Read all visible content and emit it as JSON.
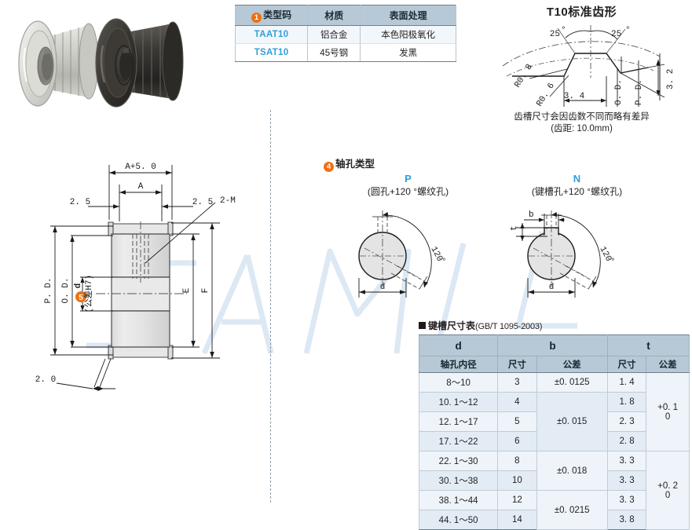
{
  "photo": {
    "alt_left": "aluminium T10 timing pulley",
    "alt_right": "black oxide steel T10 timing pulley"
  },
  "type_table": {
    "badge": "1",
    "headers": [
      "类型码",
      "材质",
      "表面处理"
    ],
    "rows": [
      {
        "code": "TAAT10",
        "material": "铝合金",
        "finish": "本色阳极氧化"
      },
      {
        "code": "TSAT10",
        "material": "45号钢",
        "finish": "发黑"
      }
    ]
  },
  "tooth_profile": {
    "title": "T10标准齿形",
    "angle_left": "25",
    "angle_right": "25",
    "degree": "°",
    "radius_outer": "R0. 8",
    "radius_inner": "R0. 6",
    "width": "3. 4",
    "height": "3. 2",
    "od_label": "O. D.",
    "pd_label": "P. D.",
    "note_line1": "齿槽尺寸会因齿数不同而略有差异",
    "note_line2": "(齿距: 10.0mm)"
  },
  "main_drawing": {
    "dim_total": "A+5. 0",
    "dim_a": "A",
    "dim_left": "2. 5",
    "dim_right": "2. 5",
    "callout_2m": "2-M",
    "label_pd": "P. D.",
    "label_od": "O. D.",
    "badge_d": "5",
    "label_d": "d",
    "label_tol": "(公差H7)",
    "label_e": "E",
    "label_f": "F",
    "dim_flange": "2. 0"
  },
  "bore_types": {
    "badge": "4",
    "heading": "轴孔类型",
    "items": [
      {
        "code": "P",
        "desc": "(圆孔+120 °螺纹孔)",
        "angle": "120",
        "degree": "°",
        "dim_d": "d"
      },
      {
        "code": "N",
        "desc": "(键槽孔+120 °螺纹孔)",
        "angle": "120",
        "degree": "°",
        "dim_d": "d",
        "dim_b": "b",
        "dim_t": "t"
      }
    ]
  },
  "keyway_table": {
    "caption": "键槽尺寸表",
    "standard": "(GB/T  1095-2003)",
    "group_headers": [
      "d",
      "b",
      "t"
    ],
    "sub_headers": [
      "轴孔内径",
      "尺寸",
      "公差",
      "尺寸",
      "公差"
    ],
    "rows": [
      {
        "d": "8～10",
        "b_size": "3",
        "t_size": "1. 4"
      },
      {
        "d": "10. 1～12",
        "b_size": "4",
        "t_size": "1. 8"
      },
      {
        "d": "12. 1～17",
        "b_size": "5",
        "t_size": "2. 3"
      },
      {
        "d": "17. 1～22",
        "b_size": "6",
        "t_size": "2. 8"
      },
      {
        "d": "22. 1～30",
        "b_size": "8",
        "t_size": "3. 3"
      },
      {
        "d": "30. 1～38",
        "b_size": "10",
        "t_size": "3. 3"
      },
      {
        "d": "38. 1～44",
        "b_size": "12",
        "t_size": "3. 3"
      },
      {
        "d": "44. 1～50",
        "b_size": "14",
        "t_size": "3. 8"
      }
    ],
    "b_tolerances": [
      {
        "value": "±0. 0125",
        "span": 1
      },
      {
        "value": "±0. 015",
        "span": 3
      },
      {
        "value": "±0. 018",
        "span": 2
      },
      {
        "value": "±0. 0215",
        "span": 2
      }
    ],
    "t_tolerances": [
      {
        "line1": "+0. 1",
        "line2": "0",
        "span": 4
      },
      {
        "line1": "+0. 2",
        "line2": "0",
        "span": 4
      }
    ]
  },
  "colors": {
    "accent_blue": "#2f9fd8",
    "badge_orange": "#ee7013",
    "table_header": "#b7c9d6",
    "row_tint": "#eef4f9",
    "watermark": "#dde9f5"
  },
  "watermark_text": "SAMLL"
}
